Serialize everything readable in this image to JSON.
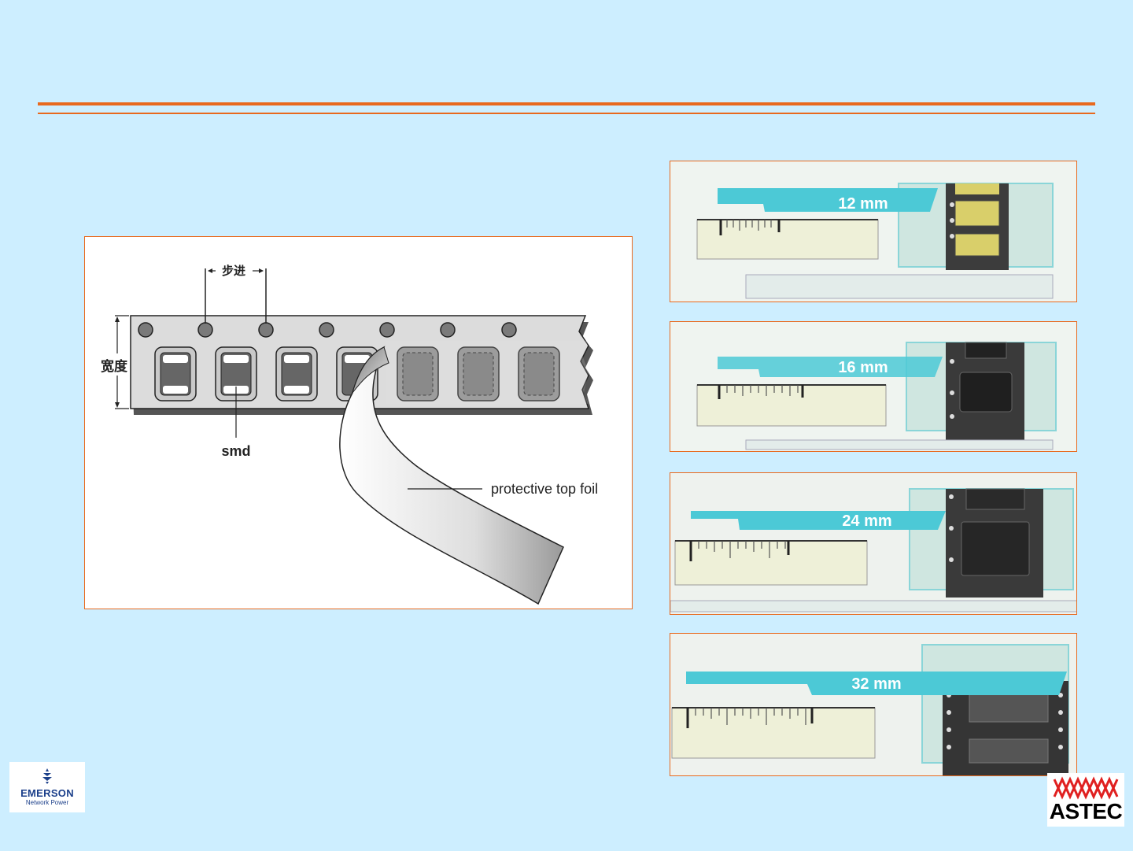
{
  "diagram": {
    "pitch_label": "步进",
    "width_label": "宽度",
    "component_label": "smd",
    "foil_label": "protective top foil"
  },
  "tape_sizes": [
    {
      "label": "12 mm"
    },
    {
      "label": "16 mm"
    },
    {
      "label": "24 mm"
    },
    {
      "label": "32 mm"
    }
  ],
  "logos": {
    "emerson_name": "EMERSON",
    "emerson_sub": "Network Power",
    "astec_name": "ASTEC"
  },
  "colors": {
    "background": "#cdeeff",
    "accent_orange": "#e8691e",
    "tape_label_teal": "#4cc9d6"
  }
}
